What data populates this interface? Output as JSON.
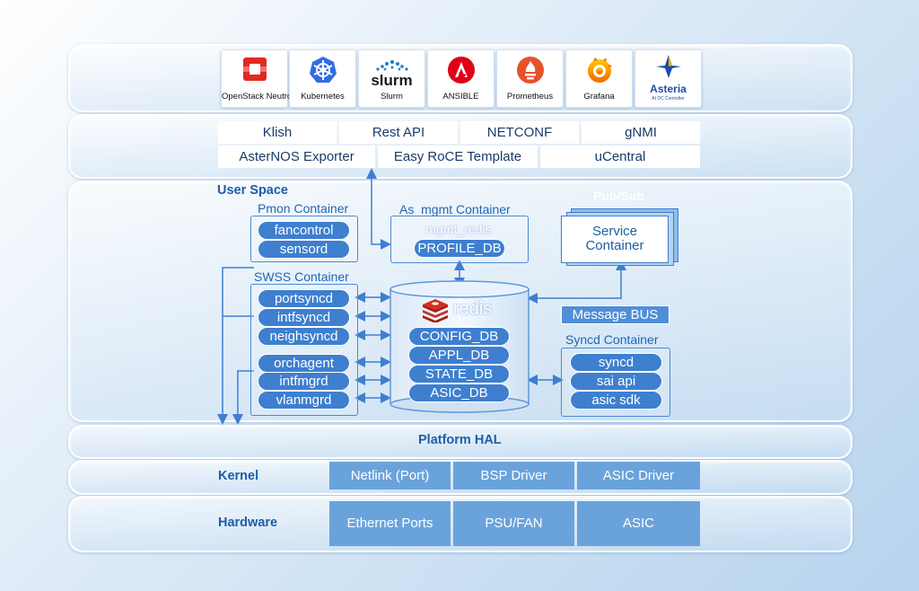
{
  "orchestration": {
    "logos": [
      {
        "label": "OpenStack Neutron",
        "icon": "openstack-icon",
        "color": "#e02a22"
      },
      {
        "label": "Kubernetes",
        "icon": "kubernetes-icon",
        "color": "#326ce5"
      },
      {
        "label": "Slurm",
        "icon": "slurm-icon",
        "color": "#1d80c8",
        "wordmark": "slurm"
      },
      {
        "label": "ANSIBLE",
        "icon": "ansible-icon",
        "color": "#e0001a"
      },
      {
        "label": "Prometheus",
        "icon": "prometheus-icon",
        "color": "#e6522c"
      },
      {
        "label": "Grafana",
        "icon": "grafana-icon",
        "color": "#f46800"
      },
      {
        "label": "Asteria",
        "icon": "asteria-icon",
        "color": "#1c4ea8",
        "wordmark": "Asteria",
        "sub": "AI DC Controller"
      }
    ]
  },
  "interfaces": {
    "row1": [
      "Klish",
      "Rest API",
      "NETCONF",
      "gNMI"
    ],
    "row2": [
      "AsterNOS Exporter",
      "Easy RoCE Template",
      "uCentral"
    ]
  },
  "user_space": {
    "title": "User Space",
    "pubsub": "Pub/Sub",
    "pmon": {
      "title": "Pmon Container",
      "items": [
        "fancontrol",
        "sensord"
      ]
    },
    "mgmt": {
      "title": "As_mgmt Container",
      "items": [
        "mgmt_redis",
        "PROFILE_DB"
      ]
    },
    "service": {
      "line1": "Service",
      "line2": "Container"
    },
    "swss": {
      "title": "SWSS Container",
      "group1": [
        "portsyncd",
        "intfsyncd",
        "neighsyncd"
      ],
      "group2": [
        "orchagent",
        "intfmgrd",
        "vlanmgrd"
      ]
    },
    "redis": {
      "name": "redis",
      "icon": "redis-icon",
      "dbs": [
        "CONFIG_DB",
        "APPL_DB",
        "STATE_DB",
        "ASIC_DB"
      ]
    },
    "message_bus": "Message BUS",
    "syncd": {
      "title": "Syncd Container",
      "items": [
        "syncd",
        "sai api",
        "asic sdk"
      ]
    }
  },
  "platform": {
    "title": "Platform HAL"
  },
  "kernel": {
    "title": "Kernel",
    "cells": [
      "Netlink (Port)",
      "BSP Driver",
      "ASIC Driver"
    ]
  },
  "hardware": {
    "title": "Hardware",
    "cells": [
      "Ethernet Ports",
      "PSU/FAN",
      "ASIC"
    ]
  },
  "colors": {
    "accent": "#3e7fcf",
    "label": "#2067b7",
    "cell": "#6aa3dc"
  }
}
